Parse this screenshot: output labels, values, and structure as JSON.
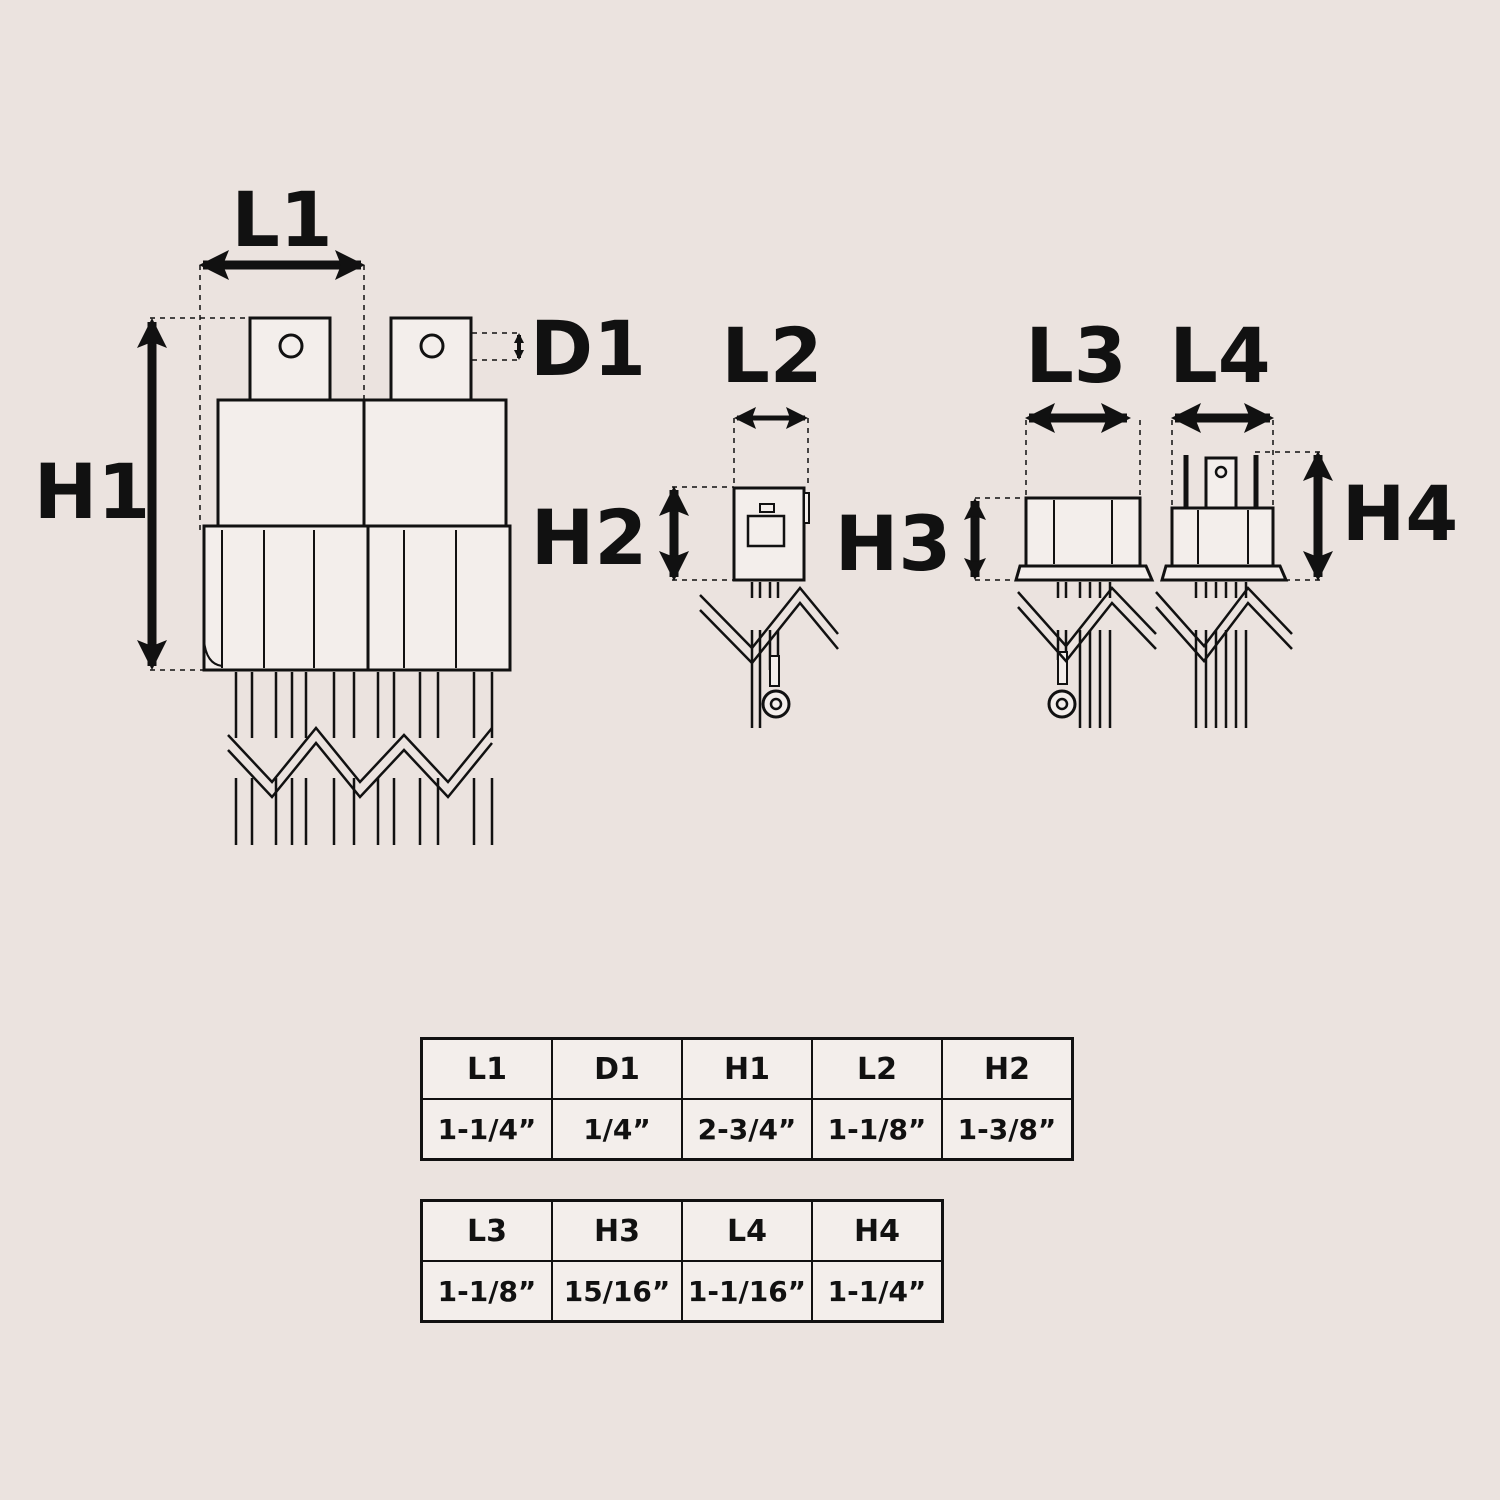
{
  "labels": {
    "L1": "L1",
    "D1": "D1",
    "H1": "H1",
    "L2": "L2",
    "H2": "H2",
    "L3": "L3",
    "H3": "H3",
    "L4": "L4",
    "H4": "H4"
  },
  "tables": [
    {
      "headers": [
        "L1",
        "D1",
        "H1",
        "L2",
        "H2"
      ],
      "values": [
        "1-1/4”",
        "1/4”",
        "2-3/4”",
        "1-1/8”",
        "1-3/8”"
      ]
    },
    {
      "headers": [
        "L3",
        "H3",
        "L4",
        "H4"
      ],
      "values": [
        "1-1/8”",
        "15/16”",
        "1-1/16”",
        "1-1/4”"
      ]
    }
  ],
  "colors": {
    "background": "#ebe3df",
    "line": "#111111"
  }
}
